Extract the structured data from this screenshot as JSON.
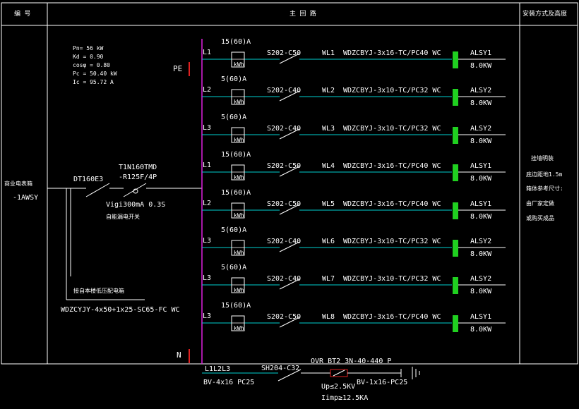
{
  "header": {
    "col_number": "编 号",
    "col_main": "主 回 路",
    "col_install": "安装方式及高度"
  },
  "params": [
    "Pn= 56 kW",
    "Kd = 0.90",
    "cosφ = 0.80",
    "Pc = 50.40 kW",
    "Ic = 95.72 A"
  ],
  "panel": {
    "name": "商业电表箱",
    "id": "-1AWSY"
  },
  "pe_label": "PE",
  "n_label": "N",
  "incoming": {
    "fuse": "DT160E3",
    "breaker_line1": "T1N160TMD",
    "breaker_line2": "-R125F/4P",
    "rcd": "Vigi300mA 0.3S",
    "auto_switch": "自能漏电开关",
    "cable_note": "接自本楼低压配电箱",
    "cable": "WDZCYJY-4x50+1x25-SC65-FC WC"
  },
  "circuits": [
    {
      "phase": "L1",
      "meter": "15(60)A",
      "meter_symbol": "kWh",
      "breaker": "S202-C50",
      "id": "WL1",
      "cable": "WDZCBYJ-3x16-TC/PC40 WC",
      "load": "ALSY1",
      "power": "8.0KW"
    },
    {
      "phase": "L2",
      "meter": "5(60)A",
      "meter_symbol": "kWh",
      "breaker": "S202-C40",
      "id": "WL2",
      "cable": "WDZCBYJ-3x10-TC/PC32 WC",
      "load": "ALSY2",
      "power": "8.0KW"
    },
    {
      "phase": "L3",
      "meter": "5(60)A",
      "meter_symbol": "kWh",
      "breaker": "S202-C40",
      "id": "WL3",
      "cable": "WDZCBYJ-3x10-TC/PC32 WC",
      "load": "ALSY2",
      "power": "8.0KW"
    },
    {
      "phase": "L1",
      "meter": "15(60)A",
      "meter_symbol": "kWh",
      "breaker": "S202-C50",
      "id": "WL4",
      "cable": "WDZCBYJ-3x16-TC/PC40 WC",
      "load": "ALSY1",
      "power": "8.0KW"
    },
    {
      "phase": "L2",
      "meter": "15(60)A",
      "meter_symbol": "kWh",
      "breaker": "S202-C50",
      "id": "WL5",
      "cable": "WDZCBYJ-3x16-TC/PC40 WC",
      "load": "ALSY1",
      "power": "8.0KW"
    },
    {
      "phase": "L3",
      "meter": "5(60)A",
      "meter_symbol": "kWh",
      "breaker": "S202-C40",
      "id": "WL6",
      "cable": "WDZCBYJ-3x10-TC/PC32 WC",
      "load": "ALSY2",
      "power": "8.0KW"
    },
    {
      "phase": "L3",
      "meter": "5(60)A",
      "meter_symbol": "kWh",
      "breaker": "S202-C40",
      "id": "WL7",
      "cable": "WDZCBYJ-3x10-TC/PC32 WC",
      "load": "ALSY2",
      "power": "8.0KW"
    },
    {
      "phase": "L3",
      "meter": "15(60)A",
      "meter_symbol": "kWh",
      "breaker": "S202-C50",
      "id": "WL8",
      "cable": "WDZCBYJ-3x16-TC/PC40 WC",
      "load": "ALSY1",
      "power": "8.0KW"
    }
  ],
  "spd": {
    "phases": "L1L2L3",
    "breaker": "SH204-C32",
    "cable": "BV-4x16 PC25",
    "device": "OVR BT2 3N-40-440 P",
    "up": "Up≤2.5KV",
    "limp": "Iimp≥12.5KA",
    "pe_cable": "BV-1x16-PC25"
  },
  "install_notes": [
    "挂墙明装",
    "底边距地1.5m",
    "箱体参考尺寸:",
    "由厂家定做",
    "或购买成品"
  ],
  "colors": {
    "busbar": "#e020e0",
    "wire": "#00d0d0",
    "pe": "#e02020",
    "load": "#20d020",
    "frame": "#ffffff",
    "background": "#000000"
  }
}
